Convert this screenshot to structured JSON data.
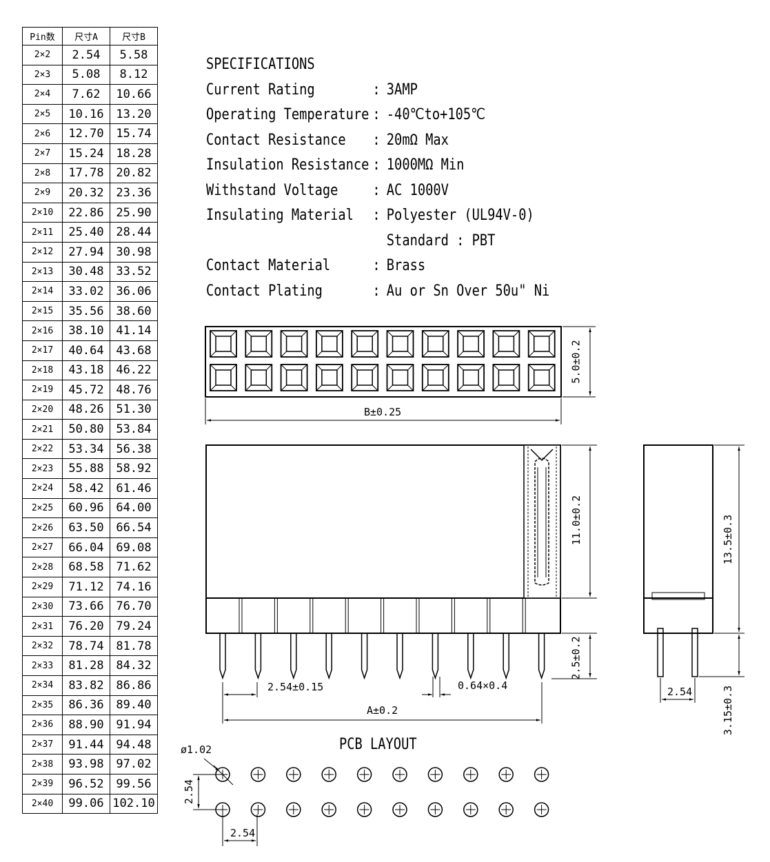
{
  "table": {
    "headers": [
      "Pin数",
      "尺寸A",
      "尺寸B"
    ],
    "rows": [
      [
        "2×2",
        "2.54",
        "5.58"
      ],
      [
        "2×3",
        "5.08",
        "8.12"
      ],
      [
        "2×4",
        "7.62",
        "10.66"
      ],
      [
        "2×5",
        "10.16",
        "13.20"
      ],
      [
        "2×6",
        "12.70",
        "15.74"
      ],
      [
        "2×7",
        "15.24",
        "18.28"
      ],
      [
        "2×8",
        "17.78",
        "20.82"
      ],
      [
        "2×9",
        "20.32",
        "23.36"
      ],
      [
        "2×10",
        "22.86",
        "25.90"
      ],
      [
        "2×11",
        "25.40",
        "28.44"
      ],
      [
        "2×12",
        "27.94",
        "30.98"
      ],
      [
        "2×13",
        "30.48",
        "33.52"
      ],
      [
        "2×14",
        "33.02",
        "36.06"
      ],
      [
        "2×15",
        "35.56",
        "38.60"
      ],
      [
        "2×16",
        "38.10",
        "41.14"
      ],
      [
        "2×17",
        "40.64",
        "43.68"
      ],
      [
        "2×18",
        "43.18",
        "46.22"
      ],
      [
        "2×19",
        "45.72",
        "48.76"
      ],
      [
        "2×20",
        "48.26",
        "51.30"
      ],
      [
        "2×21",
        "50.80",
        "53.84"
      ],
      [
        "2×22",
        "53.34",
        "56.38"
      ],
      [
        "2×23",
        "55.88",
        "58.92"
      ],
      [
        "2×24",
        "58.42",
        "61.46"
      ],
      [
        "2×25",
        "60.96",
        "64.00"
      ],
      [
        "2×26",
        "63.50",
        "66.54"
      ],
      [
        "2×27",
        "66.04",
        "69.08"
      ],
      [
        "2×28",
        "68.58",
        "71.62"
      ],
      [
        "2×29",
        "71.12",
        "74.16"
      ],
      [
        "2×30",
        "73.66",
        "76.70"
      ],
      [
        "2×31",
        "76.20",
        "79.24"
      ],
      [
        "2×32",
        "78.74",
        "81.78"
      ],
      [
        "2×33",
        "81.28",
        "84.32"
      ],
      [
        "2×34",
        "83.82",
        "86.86"
      ],
      [
        "2×35",
        "86.36",
        "89.40"
      ],
      [
        "2×36",
        "88.90",
        "91.94"
      ],
      [
        "2×37",
        "91.44",
        "94.48"
      ],
      [
        "2×38",
        "93.98",
        "97.02"
      ],
      [
        "2×39",
        "96.52",
        "99.56"
      ],
      [
        "2×40",
        "99.06",
        "102.10"
      ]
    ]
  },
  "specs": {
    "title": "SPECIFICATIONS",
    "items": [
      {
        "label": "Current Rating",
        "value": "3AMP"
      },
      {
        "label": "Operating Temperature",
        "value": "-40℃to+105℃"
      },
      {
        "label": "Contact Resistance",
        "value": "20mΩ Max"
      },
      {
        "label": "Insulation Resistance",
        "value": "1000MΩ Min"
      },
      {
        "label": "Withstand Voltage",
        "value": "AC 1000V"
      },
      {
        "label": "Insulating Material",
        "value": "Polyester (UL94V-0)"
      },
      {
        "label": "",
        "value": "Standard : PBT"
      },
      {
        "label": "Contact Material",
        "value": "Brass"
      },
      {
        "label": "Contact Plating",
        "value": "Au or Sn Over 50u\" Ni"
      }
    ],
    "separator": ":"
  },
  "dimensions": {
    "top_height": "5.0±0.2",
    "top_width": "B±0.25",
    "body_height": "11.0±0.2",
    "total_height": "13.5±0.3",
    "tail_length": "2.5±0.2",
    "pitch": "2.54±0.15",
    "pin_size": "0.64×0.4",
    "total_width": "A±0.2",
    "side_pitch": "2.54",
    "side_tail": "3.15±0.3",
    "pcb_hole": "ø1.02",
    "pcb_row_pitch": "2.54",
    "pcb_col_pitch": "2.54"
  },
  "pcb_title": "PCB LAYOUT"
}
